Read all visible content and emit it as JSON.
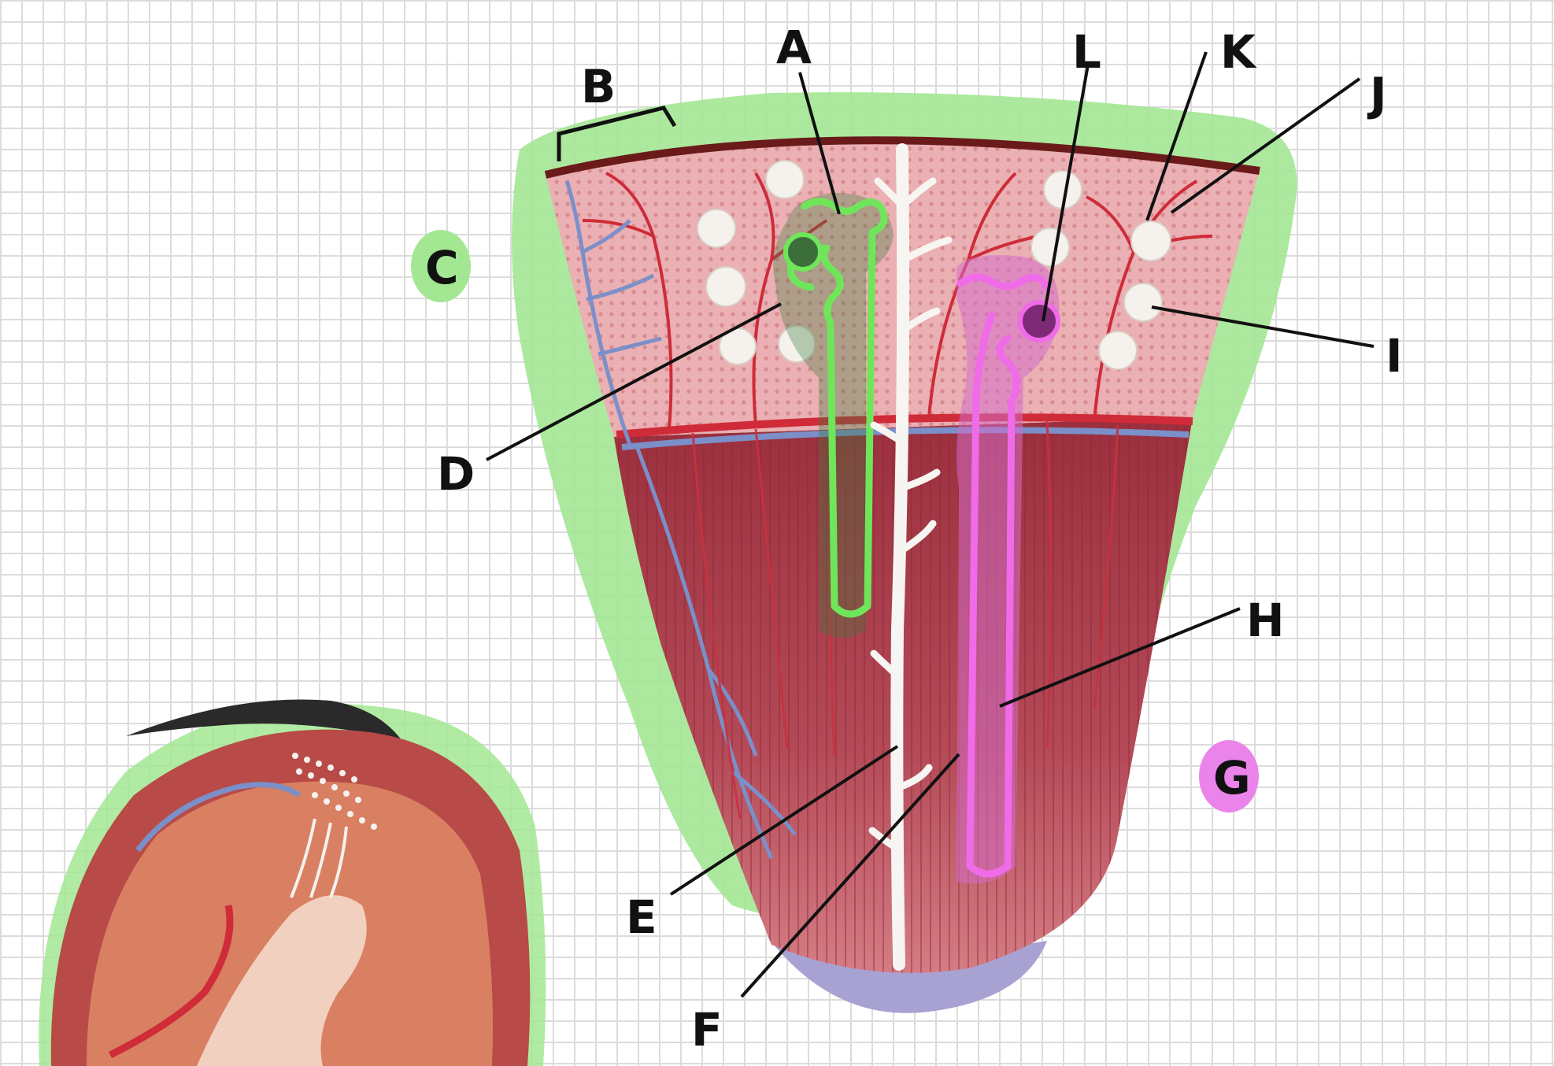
{
  "labels": {
    "A": "A",
    "B": "B",
    "C": "C",
    "D": "D",
    "E": "E",
    "F": "F",
    "G": "G",
    "H": "H",
    "I": "I",
    "J": "J",
    "K": "K",
    "L": "L"
  },
  "colors": {
    "highlight_green": "#a3e793",
    "highlight_magenta": "#ea84ea",
    "cortex": "#e7a3a5",
    "medulla": "#a6404e",
    "capsule": "#6b1a1a",
    "vessel_red": "#cf2b38",
    "vessel_blue": "#7b8fc8",
    "duct_white": "#f7f5f1",
    "nephron_green": "#6fe65a",
    "nephron_magenta": "#f06be8"
  }
}
